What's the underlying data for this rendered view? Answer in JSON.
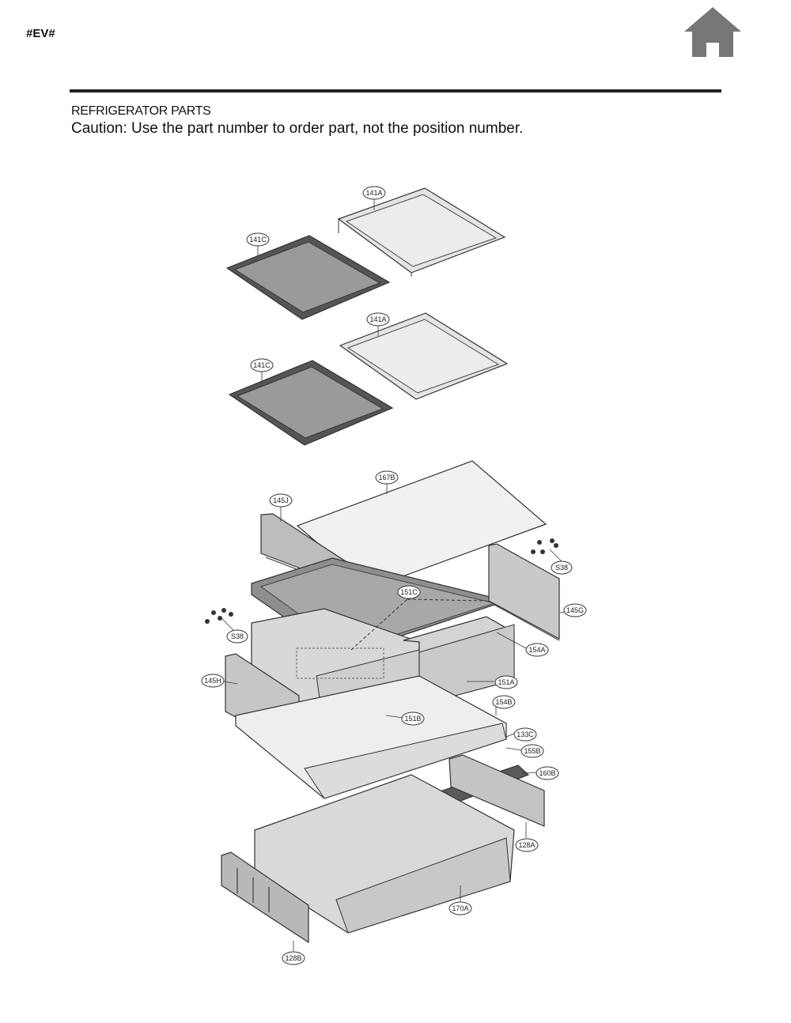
{
  "header": {
    "tag": "#EV#",
    "home_icon": "home-icon",
    "home_color": "#777777"
  },
  "title": {
    "section": "REFRIGERATOR PARTS",
    "caution": "Caution: Use the part number to order part, not the position number."
  },
  "callouts": {
    "c141A_1": "141A",
    "c141C_1": "141C",
    "c141A_2": "141A",
    "c141C_2": "141C",
    "c167B": "167B",
    "c145J": "145J",
    "cS38_r": "S38",
    "c151C": "151C",
    "c145G": "145G",
    "cS38_l": "S38",
    "c154A": "154A",
    "c145H": "145H",
    "c151A": "151A",
    "c154B": "154B",
    "c151B": "151B",
    "c133C": "133C",
    "c155B": "155B",
    "c160B": "160B",
    "c128A": "128A",
    "c170A": "170A",
    "c128B": "128B"
  }
}
